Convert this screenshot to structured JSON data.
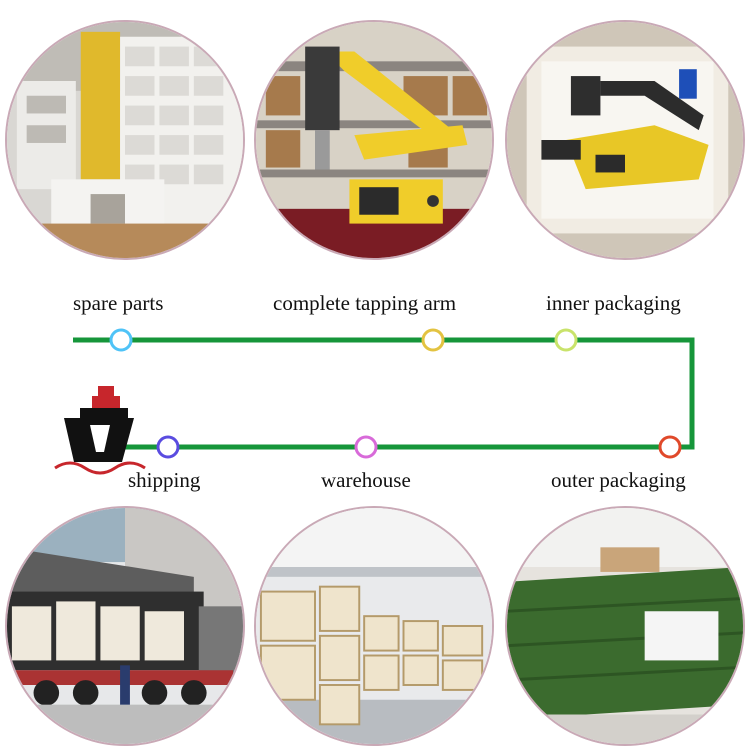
{
  "steps": {
    "spare_parts": "spare parts",
    "complete_arm": "complete tapping arm",
    "inner_packaging": "inner packaging",
    "outer_packaging": "outer packaging",
    "warehouse": "warehouse",
    "shipping": "shipping"
  },
  "photos": {
    "top_left": "spare parts castings",
    "top_middle": "tapping arm machine",
    "top_right": "tapping arm in foam box",
    "bottom_left": "truck loading crates",
    "bottom_middle": "warehouse crates",
    "bottom_right": "green wrapped package"
  },
  "colors": {
    "line": "#16963a",
    "node_spare_parts": "#4fc3f7",
    "node_arm": "#e3c341",
    "node_inner": "#c9e36b",
    "node_outer": "#e0492a",
    "node_warehouse": "#d86ad9",
    "node_shipping": "#5a4ce0",
    "photo_border": "#c9a9b6"
  }
}
